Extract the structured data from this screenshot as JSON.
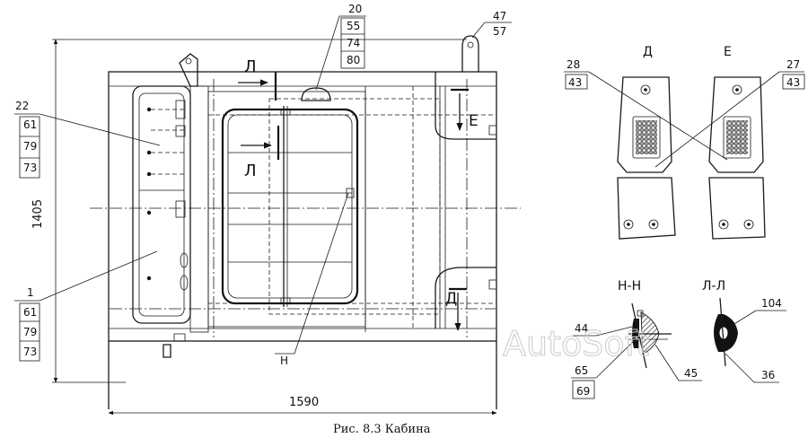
{
  "figure": {
    "caption": "Рис. 8.3 Кабина"
  },
  "dimensions": {
    "height": "1405",
    "width": "1590"
  },
  "section_marks": {
    "l_top": "Л",
    "l_mid": "Л",
    "e": "Е",
    "d": "Д",
    "n": "Н"
  },
  "callouts": {
    "c22": [
      "22",
      "61",
      "79",
      "73"
    ],
    "c1": [
      "1",
      "61",
      "79",
      "73"
    ],
    "c20": [
      "20",
      "55",
      "74",
      "80"
    ],
    "c47": [
      "47",
      "57"
    ],
    "c28": [
      "28",
      "43"
    ],
    "c27": [
      "27",
      "43"
    ],
    "c44": "44",
    "c65": [
      "65",
      "69"
    ],
    "c45": "45",
    "c104": "104",
    "c36": "36"
  },
  "views": {
    "d": "Д",
    "e": "Е",
    "nn": "Н-Н",
    "ll": "Л-Л"
  },
  "watermark": "AutoSoft"
}
